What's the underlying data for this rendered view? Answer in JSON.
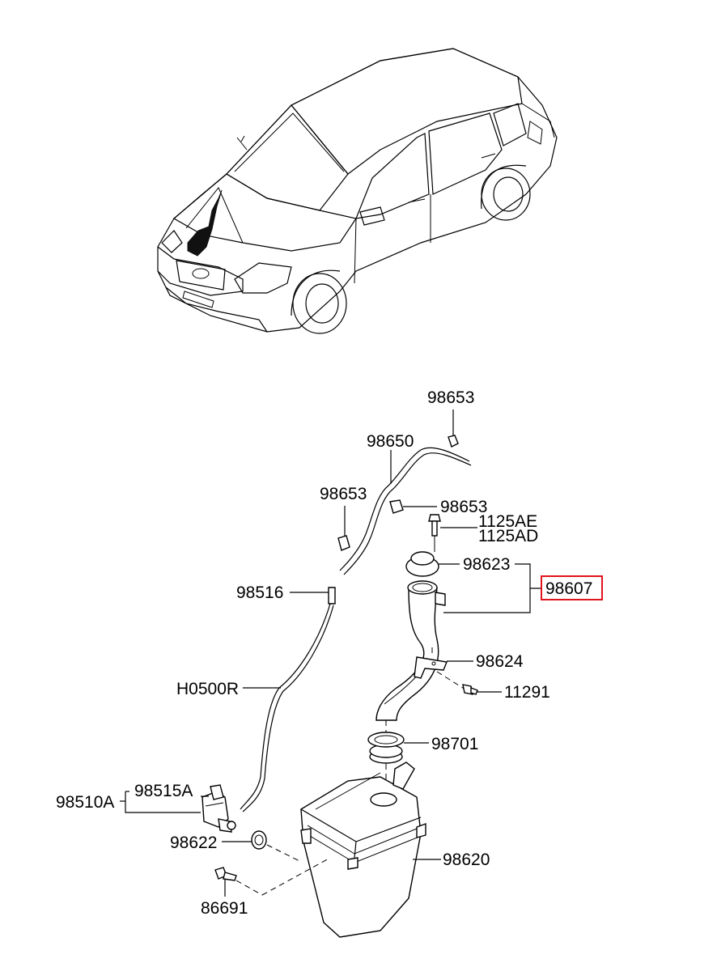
{
  "labels": {
    "98653_top": "98653",
    "98650": "98650",
    "98653_left": "98653",
    "98653_mid": "98653",
    "1125AE": "1125AE",
    "1125AD": "1125AD",
    "98623": "98623",
    "98607": "98607",
    "98516": "98516",
    "98624": "98624",
    "11291": "11291",
    "H0500R": "H0500R",
    "98701": "98701",
    "98515A": "98515A",
    "98510A": "98510A",
    "98622": "98622",
    "98620": "98620",
    "86691": "86691"
  },
  "colors": {
    "highlight_box": "#e0141e",
    "line": "#000000",
    "fill_dark": "#111111"
  },
  "icons": [
    "car-illustration",
    "washer-reservoir-tank",
    "washer-pump",
    "filler-neck-tube",
    "washer-hose"
  ]
}
